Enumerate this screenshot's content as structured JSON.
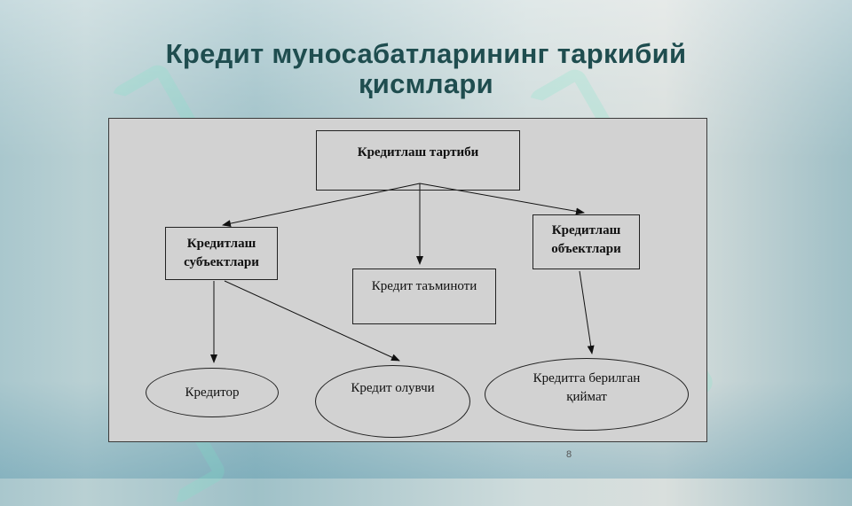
{
  "slide": {
    "title_line1": "Кредит муносабатларининг таркибий",
    "title_line2": "қисмлари",
    "page_number": "8"
  },
  "diagram": {
    "nodes": {
      "root": "Кредитлаш тартиби",
      "subjects_line1": "Кредитлаш",
      "subjects_line2": "субъектлари",
      "security": "Кредит таъминоти",
      "objects_line1": "Кредитлаш",
      "objects_line2": "объектлари",
      "creditor": "Кредитор",
      "borrower": "Кредит олувчи",
      "value_line1": "Кредитга берилган",
      "value_line2": "қиймат"
    },
    "edges": [
      {
        "from": "root",
        "to": "subjects"
      },
      {
        "from": "root",
        "to": "security"
      },
      {
        "from": "root",
        "to": "objects"
      },
      {
        "from": "subjects",
        "to": "creditor"
      },
      {
        "from": "subjects",
        "to": "borrower"
      },
      {
        "from": "objects",
        "to": "value"
      }
    ]
  },
  "colors": {
    "title": "#1f4d4f",
    "panel": "#d2d2d2",
    "border": "#222222"
  }
}
